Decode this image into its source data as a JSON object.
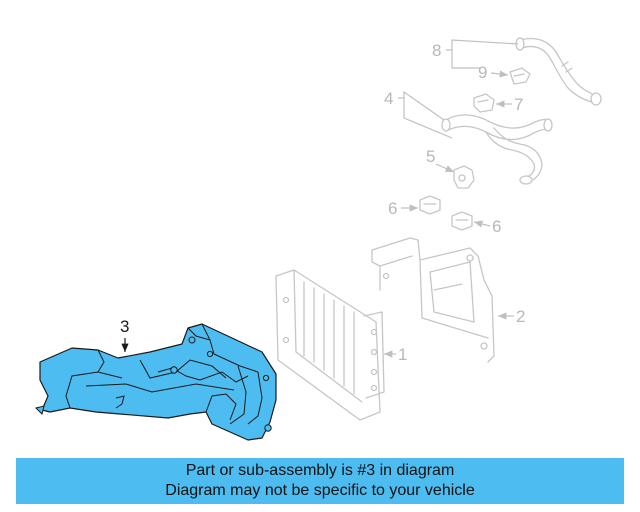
{
  "callouts": {
    "c1": "1",
    "c2": "2",
    "c3": "3",
    "c4": "4",
    "c5": "5",
    "c6a": "6",
    "c6b": "6",
    "c7": "7",
    "c8": "8",
    "c9": "9"
  },
  "highlight_color": "#4dbcf0",
  "ghost_color": "#c6c6c6",
  "banner": {
    "line1": "Part or sub-assembly is #3 in diagram",
    "line2": "Diagram may not be specific to your vehicle"
  }
}
